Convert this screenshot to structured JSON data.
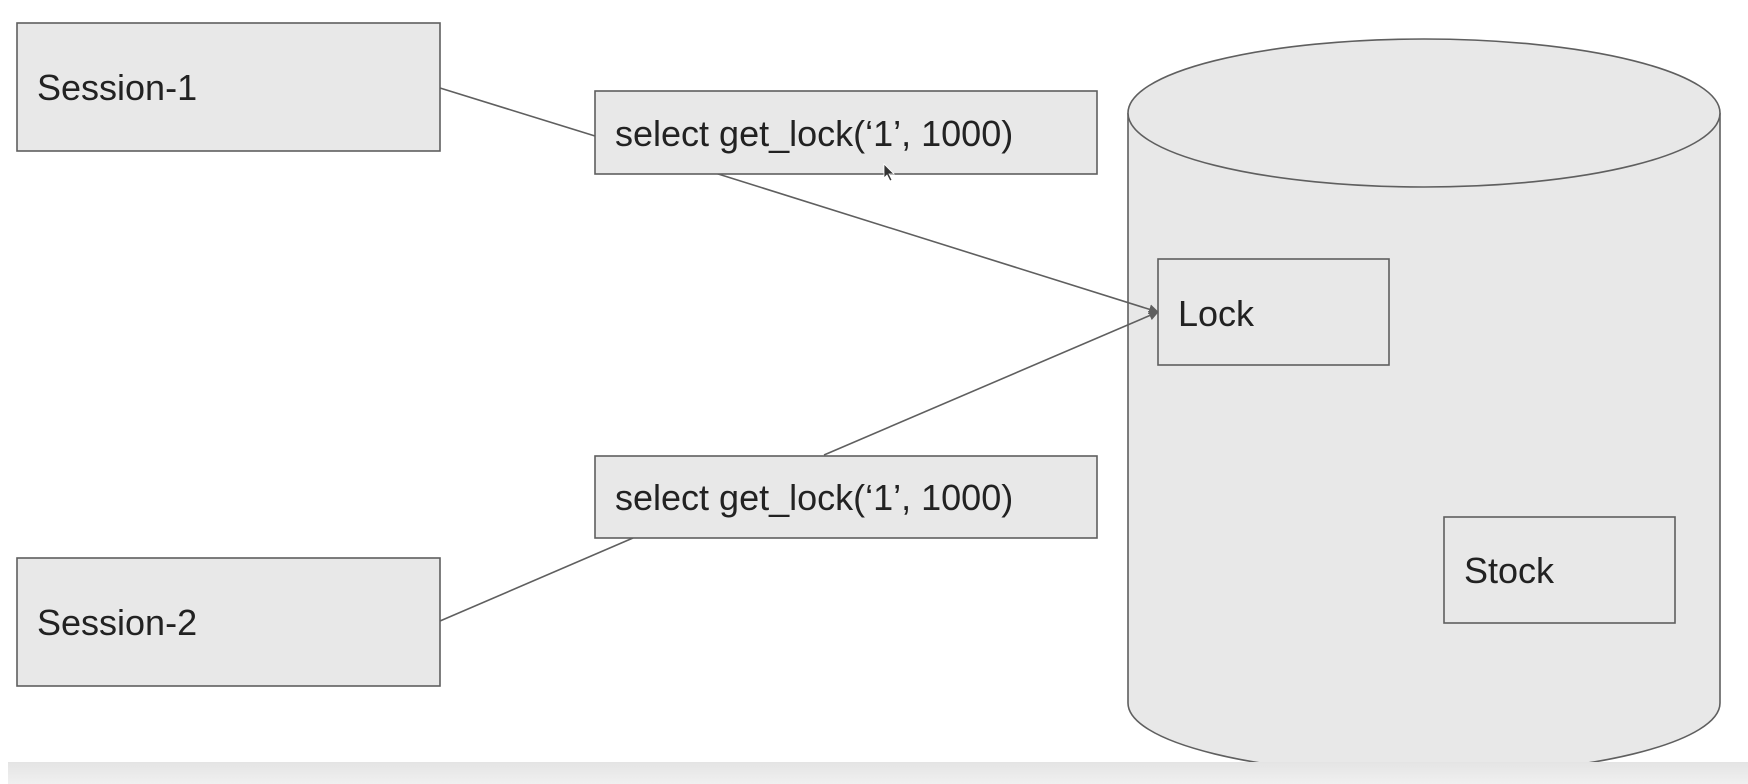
{
  "nodes": {
    "session_1": "Session-1",
    "session_2": "Session-2",
    "query_1": "select get_lock(‘1’, 1000)",
    "query_2": "select get_lock(‘1’, 1000)",
    "lock": "Lock",
    "stock": "Stock"
  },
  "colors": {
    "fill": "#e8e8e8",
    "stroke": "#5f5f5f",
    "text": "#222222"
  }
}
